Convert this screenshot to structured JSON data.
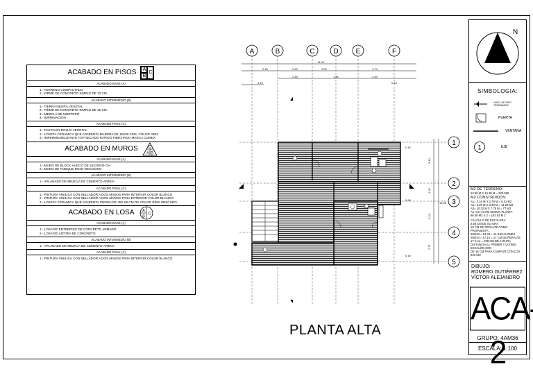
{
  "finishes": {
    "pisos": {
      "title": "ACABADO EN PISOS",
      "keys": [
        "A",
        "B",
        "C"
      ],
      "base_label": "ACABADO BASE (A)",
      "base_items": [
        "1.-  TERRENO COMPACTADO",
        "2.-  FIRME DE CONCRETO SIMPLE DE 10 CM"
      ],
      "intermedio_label": "ACABADO INTERMEDIO (B)",
      "intermedio_items": [
        "1.-  TIERRA NEGRA VEGETAL",
        "2.-  FIRME DE CONCRETO SIMPLE DE 15 CM",
        "3.-  MEZCLA DE MORTERO",
        "4.-  IMPRIMACIÓN"
      ],
      "final_label": "ACABADO FINAL (C)",
      "final_items": [
        "1.-  PASTO EN ROLLO VEGETAL",
        "2.-  LOSETA CERAMICA QUE APARENTA MADERA DE 15X60 CMS. COLOR GRIS",
        "3.-  IMPERMEABILIZANTE TOP SECADO RAPIDO FIBRATADO MARCA COMEX"
      ]
    },
    "muros": {
      "title": "ACABADO EN MUROS",
      "keys": [
        "C",
        "A",
        "B"
      ],
      "base_label": "ACABADO BASE (A)",
      "base_items": [
        "1.-  MURO DE BLOCK HUECO DE 15X20X40 CM",
        "2.-  MURO DE TABIQUE ROJO RECOCIDO"
      ],
      "intermedio_label": "ACABADO INTERMEDIO (B)",
      "intermedio_items": [
        "1.-  APLANADO DE MEZCLA DE CEMENTO-ARENA"
      ],
      "final_label": "ACABADO FINAL (C)",
      "final_items": [
        "1.-  PINTURA VINILICA CON SELLADOR A DOS MANOS PARA INTERIOR COLOR BLANCO",
        "2.-  PINTURA VINILICA CON SELLADOR A DOS MANOS PARA EXTERIOR COLOR BLANCO",
        "3.-  LOSETA CERAMICA QUE APARENTA PIEDRA DE 45X 90 CM DE COLOR GRIS OBSCURO"
      ]
    },
    "losa": {
      "title": "ACABADO EN LOSA",
      "keys": [
        "A",
        "B",
        "C"
      ],
      "base_label": "ACABADO BASE (A)",
      "base_items": [
        "1.-  LOSA DE ENTREPISO DE CONCRETO ARMADO",
        "2.-  LOSA DE AZOTEA DE CONCRETO"
      ],
      "intermedio_label": "ACABADO INTERMEDIO (B)",
      "intermedio_items": [
        "1.-  APLANADO DE MEZCLA DE CEMENTO-ARENA"
      ],
      "final_label": "ACABADO FINAL (C)",
      "final_items": [
        "1.-  PINTURA VINILICA CON SELLADOR A DOS MANOS PARA INTERIOR COLOR BLANCO"
      ]
    }
  },
  "plan": {
    "title": "PLANTA ALTA",
    "axes_letters": [
      "A",
      "B",
      "C",
      "D",
      "E",
      "F"
    ],
    "axes_numbers": [
      "1",
      "2",
      "3",
      "4",
      "5"
    ],
    "dims_top": [
      "2.16",
      "2.40",
      "1.00",
      "4.74"
    ],
    "dims_top_total": "11.00",
    "dims_second": [
      "2.40",
      "1.40",
      "2.40"
    ],
    "dims_right": [
      "3.10",
      "1.42",
      "2.18",
      "2.17"
    ],
    "dim_right_total": "10.55",
    "small_dims": [
      "0.19",
      "0.19",
      "0.16",
      "0.16",
      "0.19"
    ]
  },
  "titleblock": {
    "north": "N",
    "simbologia": "SIMBOLOGIA:",
    "legend": [
      "NIVEL DE PISO TERMINADO",
      "PUERTA",
      "VENTANA",
      "EJE"
    ],
    "eje_num": "1",
    "terrain_title": "M2 DE TERRENO:",
    "terrain_line": "13.50 M X 16.30 M = 220.065",
    "construidos_title": "M2 CONSTRUIDOS:",
    "construidos_lines": [
      "A1= 2.18 M X 2.79 M = 6.21 M2",
      "A2= 3.29 M X 3.33 M = 11.25 M2",
      "A3= 10.32 M X 7.78 M = 77 M2",
      "A1+A2+A3 M2 SEGÚN PLANTA",
      "96.46 M2 X 2 = 192.92 M 2"
    ],
    "escalera_lines": [
      "CÁLCULO DE ESCALERA:",
      "2.60 CM DE ALTURA",
      "18 CM DE PERALTE COMO PROPUESTA",
      "260/18 = 13.33 = 14 ESCALONES",
      "260/14 = 17.14 = 17 CM DE PERALTE",
      "17 X 14 = 238 CM DE ALTURA",
      "DISTANCIA EL PRIMER Y ULTIMO ESCALÓN SON",
      "DE 16 CM PARA CUMPLIR CON LOS 240 CM"
    ],
    "dibujo_label": "DIBUJO:",
    "dibujo_name_1": "ROMERO GUTIÉRREZ",
    "dibujo_name_2": "VÍCTOR ALEJANDRO",
    "sheet_code": "ACA-2",
    "grupo": "GRUPO:  4AM36",
    "escala": "ESCALA: 1:100"
  }
}
